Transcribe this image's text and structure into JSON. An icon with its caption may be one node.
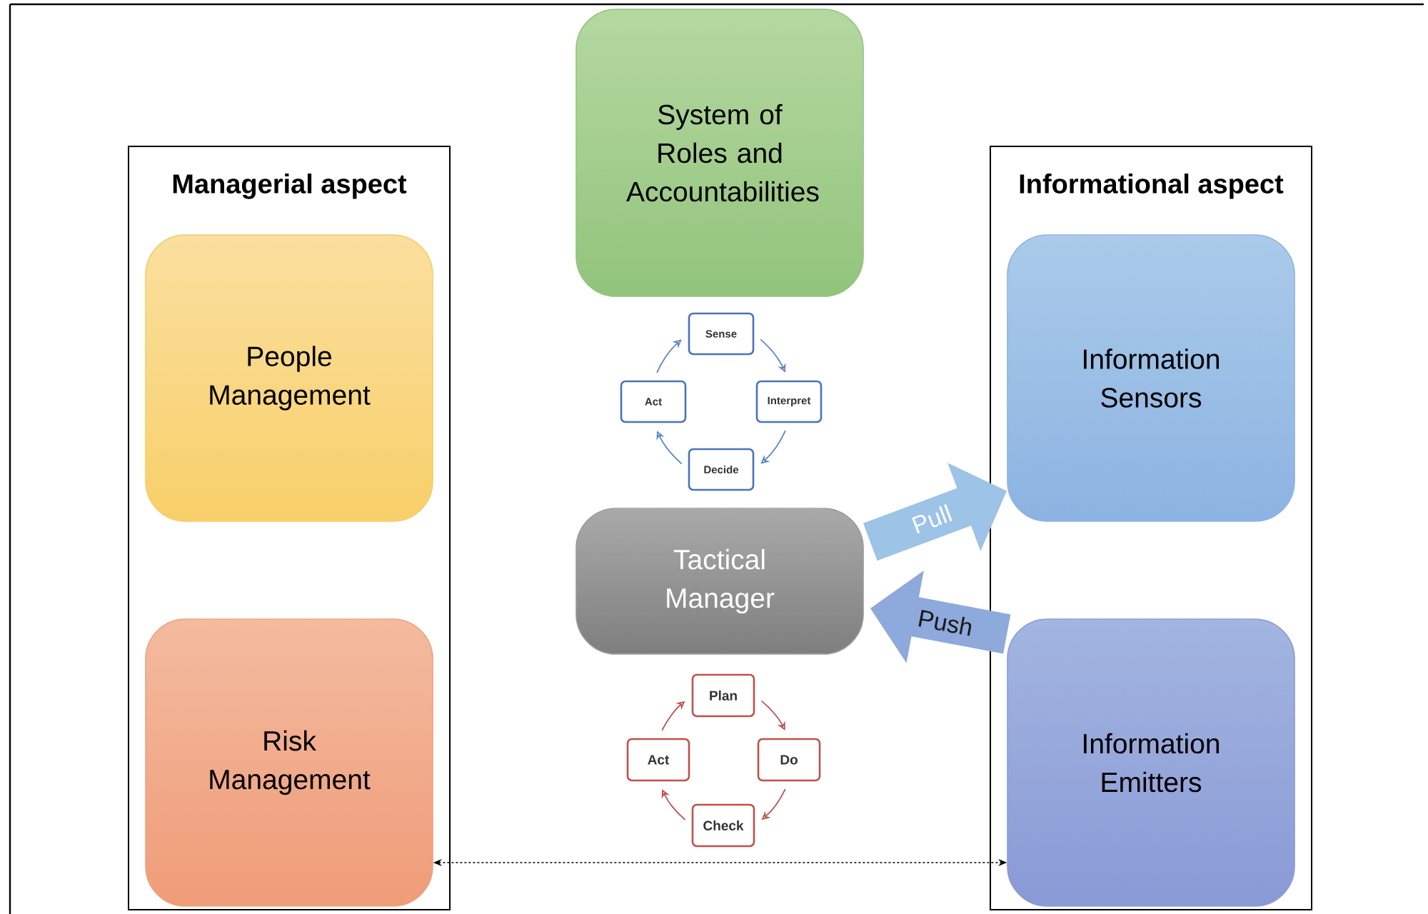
{
  "diagram": {
    "nodes": [
      {
        "text": [
          "Managerial aspect"
        ]
      },
      {
        "text": [
          "People Management"
        ],
        "in": 0
      },
      {
        "text": [
          "Risk Management"
        ],
        "in": 0
      },
      {
        "text": [
          "System of Roles and Accountabilities"
        ]
      },
      {
        "text": [
          "Sense"
        ]
      },
      {
        "text": [
          "Act"
        ]
      },
      {
        "text": [
          "Interpret"
        ]
      },
      {
        "text": [
          "Decide"
        ]
      },
      {
        "text": [
          "Tactical Manager"
        ]
      },
      {
        "text": [
          "Plan"
        ]
      },
      {
        "text": [
          "Act"
        ]
      },
      {
        "text": [
          "Do"
        ]
      },
      {
        "text": [
          "Check"
        ]
      },
      {
        "text": [
          "Informational aspect"
        ]
      },
      {
        "text": [
          "Information Sensors"
        ],
        "in": 13
      },
      {
        "text": [
          "Information Emitters"
        ],
        "in": 13
      }
    ],
    "edges": [
      {
        "from": 4,
        "to": 6,
        "arrow": "to",
        "color": "#5b86c4"
      },
      {
        "from": 6,
        "to": 7,
        "arrow": "to",
        "color": "#5b86c4"
      },
      {
        "from": 7,
        "to": 5,
        "arrow": "to",
        "color": "#5b86c4"
      },
      {
        "from": 5,
        "to": 4,
        "arrow": "to",
        "color": "#5b86c4"
      },
      {
        "from": 9,
        "to": 11,
        "arrow": "to",
        "color": "#c0504d"
      },
      {
        "from": 11,
        "to": 12,
        "arrow": "to",
        "color": "#c0504d"
      },
      {
        "from": 12,
        "to": 10,
        "arrow": "to",
        "color": "#c0504d"
      },
      {
        "from": 10,
        "to": 9,
        "arrow": "to",
        "color": "#c0504d"
      },
      {
        "from": 8,
        "to": 14,
        "arrow": "to",
        "label": "Pull",
        "style": "thick",
        "color": "#9dc3e6"
      },
      {
        "from": 15,
        "to": 8,
        "arrow": "to",
        "label": "Push",
        "style": "thick",
        "color": "#8ea9db"
      },
      {
        "from": 2,
        "to": 15,
        "arrow": "both",
        "style": "dashed",
        "color": "#000000"
      }
    ]
  }
}
